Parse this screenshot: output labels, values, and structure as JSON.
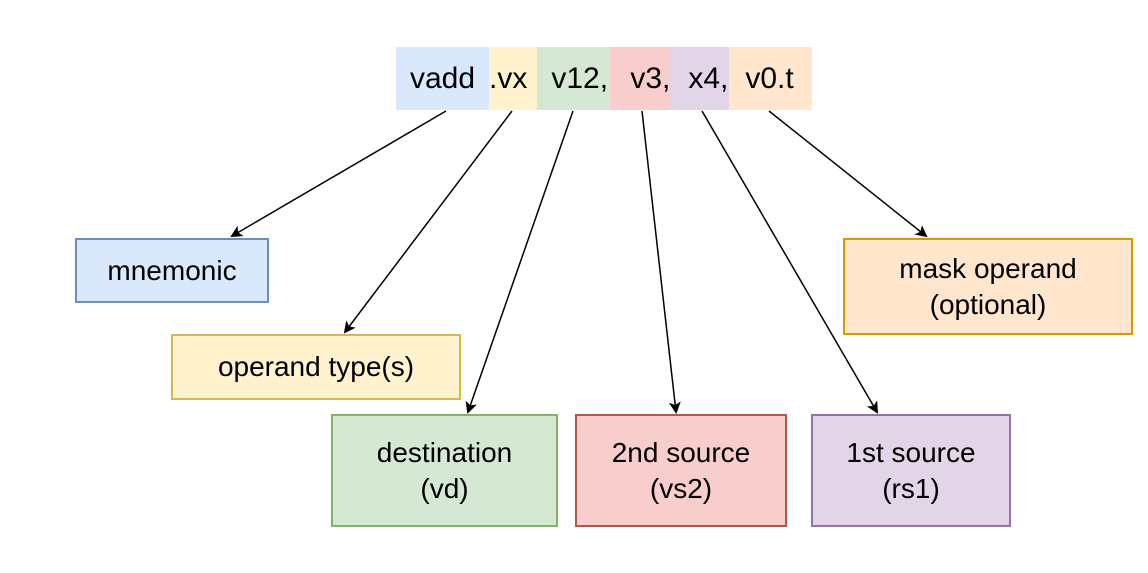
{
  "instruction": {
    "mnemonic": "vadd",
    "operand_type": ".vx",
    "destination": " v12,",
    "source2": " v3,",
    "source1": " x4,",
    "mask": " v0.t"
  },
  "boxes": {
    "mnemonic": {
      "line1": "mnemonic"
    },
    "operand_type": {
      "line1": "operand type(s)"
    },
    "destination": {
      "line1": "destination",
      "line2": "(vd)"
    },
    "source2": {
      "line1": "2nd source",
      "line2": "(vs2)"
    },
    "source1": {
      "line1": "1st source",
      "line2": "(rs1)"
    },
    "mask": {
      "line1": "mask operand",
      "line2": "(optional)"
    }
  },
  "colors": {
    "blue_fill": "#dae8fc",
    "blue_stroke": "#6c8ebf",
    "yellow_fill": "#fff2cc",
    "yellow_stroke": "#d6b656",
    "green_fill": "#d5e8d4",
    "green_stroke": "#82b366",
    "red_fill": "#f8cecc",
    "red_stroke": "#b85450",
    "purple_fill": "#e1d5e7",
    "purple_stroke": "#9673a6",
    "orange_fill": "#ffe6cc",
    "orange_stroke": "#d79b00"
  }
}
